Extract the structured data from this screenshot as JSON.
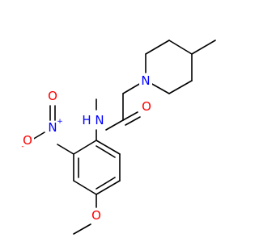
{
  "molecule": {
    "atoms": {
      "N_pip": {
        "text": "N",
        "color": "#0000ff"
      },
      "O_amide": {
        "text": "O",
        "color": "#ff0000"
      },
      "N_H": {
        "text": "N",
        "color": "#0000ff"
      },
      "H": {
        "text": "H",
        "color": "#0000ff"
      },
      "N_nitro": {
        "text": "N",
        "color": "#0000ff"
      },
      "N_plus": {
        "text": "+",
        "color": "#0000ff"
      },
      "O_nitro_top": {
        "text": "O",
        "color": "#ff0000"
      },
      "O_nitro_left": {
        "text": "O",
        "color": "#ff0000"
      },
      "O_minus": {
        "text": "-",
        "color": "#ff0000"
      },
      "O_ether": {
        "text": "O",
        "color": "#ff0000"
      }
    },
    "colors": {
      "bond": "#000000",
      "nitrogen": "#0000ff",
      "oxygen": "#ff0000",
      "background": "#ffffff"
    }
  }
}
